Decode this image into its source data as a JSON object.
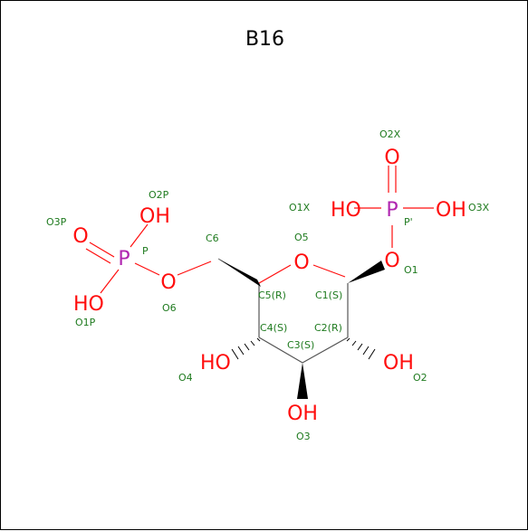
{
  "title": "B16",
  "colors": {
    "oxygen": "#ff0d0d",
    "phosphorus": "#b026b0",
    "label": "#1e7a1e",
    "bond": "#888888",
    "wedge": "#000000"
  },
  "atoms": [
    {
      "id": "O2X_atom",
      "text": "O",
      "kind": "oxygen"
    },
    {
      "id": "P_prime_atom",
      "text": "P",
      "kind": "phosphorus"
    },
    {
      "id": "O1X_atom",
      "text": "HO",
      "kind": "oxygen"
    },
    {
      "id": "O3X_atom",
      "text": "OH",
      "kind": "oxygen"
    },
    {
      "id": "O1_atom",
      "text": "O",
      "kind": "oxygen"
    },
    {
      "id": "O5_atom",
      "text": "O",
      "kind": "oxygen"
    },
    {
      "id": "O2P_atom",
      "text": "OH",
      "kind": "oxygen"
    },
    {
      "id": "O3P_atom",
      "text": "O",
      "kind": "oxygen"
    },
    {
      "id": "P_atom",
      "text": "P",
      "kind": "phosphorus"
    },
    {
      "id": "O1P_atom",
      "text": "HO",
      "kind": "oxygen"
    },
    {
      "id": "O6_atom",
      "text": "O",
      "kind": "oxygen"
    },
    {
      "id": "O4_atom",
      "text": "HO",
      "kind": "oxygen"
    },
    {
      "id": "O2_atom",
      "text": "OH",
      "kind": "oxygen"
    },
    {
      "id": "O3_atom",
      "text": "OH",
      "kind": "oxygen"
    }
  ],
  "labels": [
    {
      "id": "O2X",
      "text": "O2X"
    },
    {
      "id": "O1X",
      "text": "O1X"
    },
    {
      "id": "O3X",
      "text": "O3X"
    },
    {
      "id": "Pp",
      "text": "P'"
    },
    {
      "id": "O1",
      "text": "O1"
    },
    {
      "id": "O5",
      "text": "O5"
    },
    {
      "id": "C6",
      "text": "C6"
    },
    {
      "id": "O2P",
      "text": "O2P"
    },
    {
      "id": "O3P",
      "text": "O3P"
    },
    {
      "id": "P",
      "text": "P"
    },
    {
      "id": "O1P",
      "text": "O1P"
    },
    {
      "id": "O6",
      "text": "O6"
    },
    {
      "id": "C5",
      "text": "C5(R)"
    },
    {
      "id": "C1",
      "text": "C1(S)"
    },
    {
      "id": "C4",
      "text": "C4(S)"
    },
    {
      "id": "C2",
      "text": "C2(R)"
    },
    {
      "id": "C3",
      "text": "C3(S)"
    },
    {
      "id": "O4",
      "text": "O4"
    },
    {
      "id": "O2",
      "text": "O2"
    },
    {
      "id": "O3",
      "text": "O3"
    }
  ]
}
